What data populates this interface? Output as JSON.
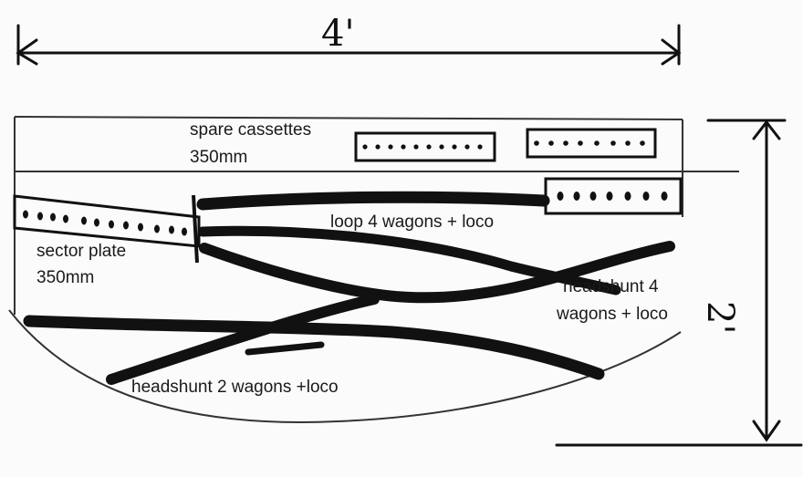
{
  "dimensions": {
    "width_label": "4'",
    "height_label": "2'"
  },
  "labels": {
    "spare_cassettes": [
      "spare cassettes",
      "350mm"
    ],
    "sector_plate": [
      "sector plate",
      "350mm"
    ],
    "loop": "loop 4 wagons + loco",
    "headshunt_4": [
      "headshunt 4",
      "wagons + loco"
    ],
    "headshunt_2": "headshunt 2 wagons +loco"
  },
  "colors": {
    "ink": "#111111",
    "paper": "#fbfbfb"
  }
}
